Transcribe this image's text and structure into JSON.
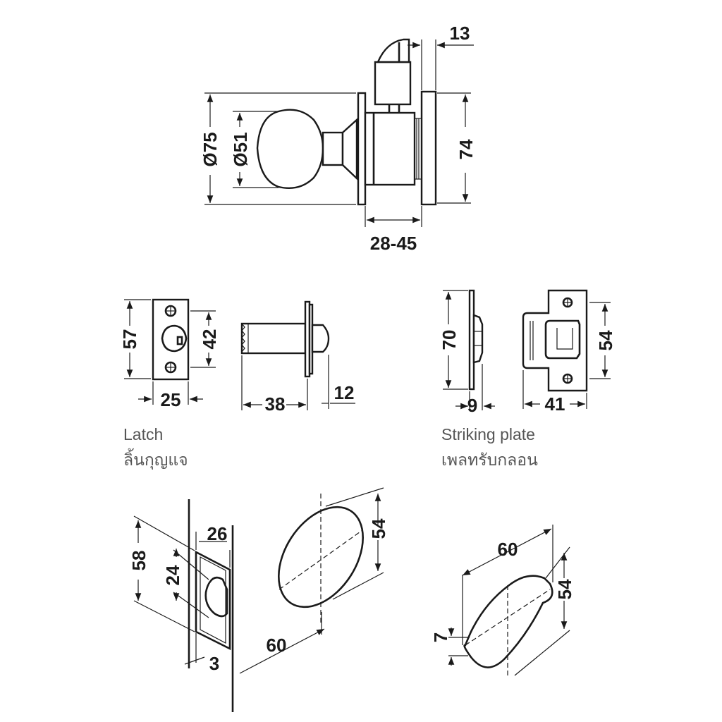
{
  "colors": {
    "ink": "#1a1a1a",
    "caption": "#555555",
    "background": "#ffffff"
  },
  "knob_set": {
    "dims": {
      "d75": "Ø75",
      "d51": "Ø51",
      "h74": "74",
      "t13": "13",
      "door": "28-45"
    }
  },
  "latch": {
    "dims": {
      "h57": "57",
      "h42": "42",
      "w25": "25",
      "l38": "38",
      "l12": "12"
    },
    "caption_en": "Latch",
    "caption_th": "ลิ้นกุญแจ"
  },
  "striking_plate": {
    "dims": {
      "h70": "70",
      "t9": "9",
      "h54": "54",
      "w41": "41"
    },
    "caption_en": "Striking plate",
    "caption_th": "เพลทรับกลอน"
  },
  "door_prep": {
    "dims": {
      "h58": "58",
      "d24": "24",
      "w26": "26",
      "t3": "3",
      "l60": "60",
      "h54": "54"
    }
  },
  "rose": {
    "dims": {
      "w60": "60",
      "h54": "54",
      "t7": "7"
    }
  }
}
